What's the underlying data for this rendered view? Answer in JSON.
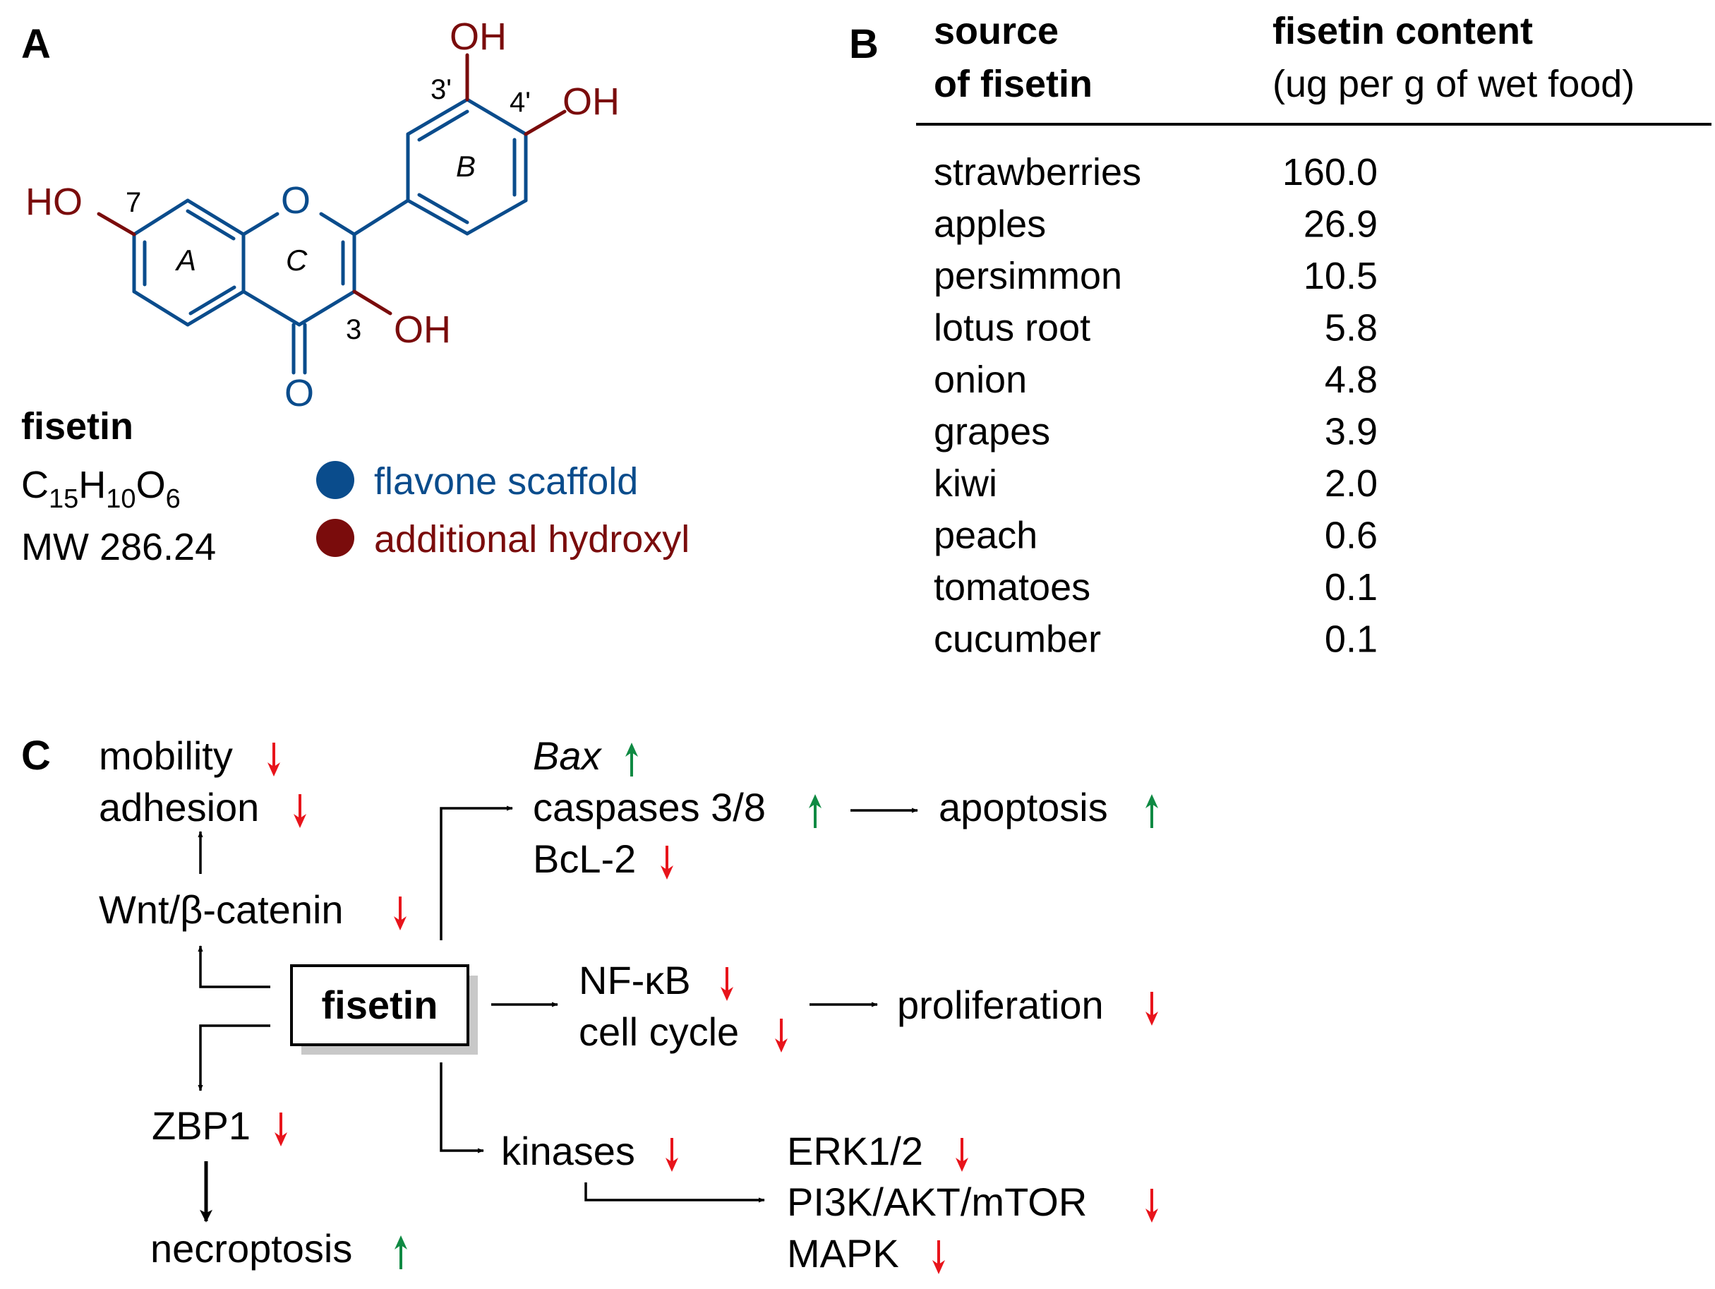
{
  "colors": {
    "scaffold": "#0a4c8c",
    "hydroxyl": "#7a0c0c",
    "down_arrow": "#e8141b",
    "up_arrow": "#0f8a43",
    "shadow": "#c8c8c8"
  },
  "panel_a": {
    "letter": "A",
    "atoms": {
      "oh_top": "OH",
      "oh_right": "OH",
      "ho_left": "HO",
      "oh_bottom": "OH",
      "ring_o": "O",
      "carbonyl_o": "O"
    },
    "positions": {
      "p3prime": "3'",
      "p4prime": "4'",
      "p7": "7",
      "p3": "3"
    },
    "rings": {
      "a": "A",
      "b": "B",
      "c": "C"
    },
    "name": "fisetin",
    "formula": {
      "c": "C",
      "c_sub": "15",
      "h": "H",
      "h_sub": "10",
      "o": "O",
      "o_sub": "6"
    },
    "mw": "MW 286.24",
    "legend": [
      {
        "label": "flavone scaffold",
        "color": "#0a4c8c"
      },
      {
        "label": "additional hydroxyl",
        "color": "#7a0c0c"
      }
    ]
  },
  "panel_b": {
    "letter": "B",
    "col1_header": [
      "source",
      "of fisetin"
    ],
    "col2_header": [
      "fisetin content",
      "(ug per g of wet food)"
    ],
    "rows": [
      {
        "source": "strawberries",
        "content": "160.0"
      },
      {
        "source": "apples",
        "content": "26.9"
      },
      {
        "source": "persimmon",
        "content": "10.5"
      },
      {
        "source": "lotus root",
        "content": "5.8"
      },
      {
        "source": "onion",
        "content": "4.8"
      },
      {
        "source": "grapes",
        "content": "3.9"
      },
      {
        "source": "kiwi",
        "content": "2.0"
      },
      {
        "source": "peach",
        "content": "0.6"
      },
      {
        "source": "tomatoes",
        "content": "0.1"
      },
      {
        "source": "cucumber",
        "content": "0.1"
      }
    ]
  },
  "panel_c": {
    "letter": "C",
    "center": "fisetin",
    "mobility": "mobility",
    "adhesion": "adhesion",
    "wnt": "Wnt/β-catenin",
    "bax": "Bax",
    "caspases": "caspases 3/8",
    "bcl2": "BcL-2",
    "apoptosis": "apoptosis",
    "nfkb": "NF-κB",
    "cell_cycle": "cell cycle",
    "proliferation": "proliferation",
    "zbp1": "ZBP1",
    "necroptosis": "necroptosis",
    "kinases": "kinases",
    "erk": "ERK1/2",
    "pi3k": "PI3K/AKT/mTOR",
    "mapk": "MAPK"
  }
}
